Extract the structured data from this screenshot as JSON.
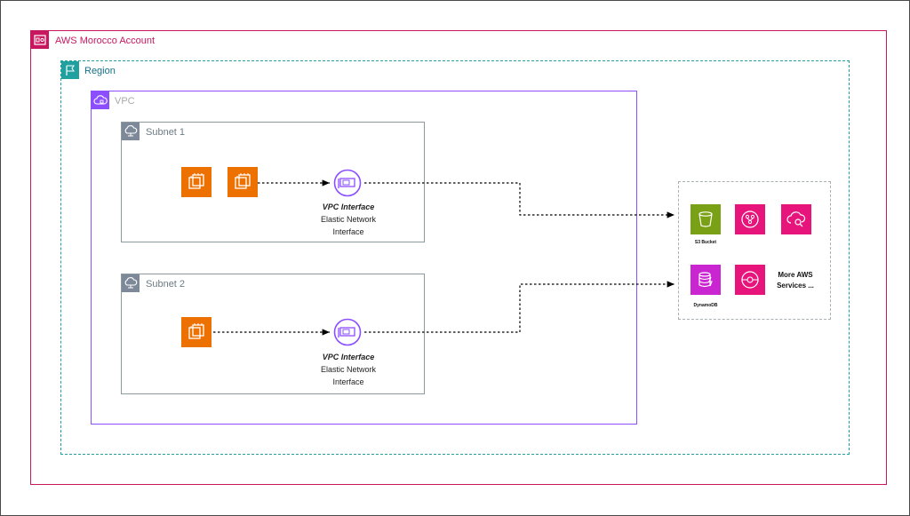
{
  "account": {
    "label": "AWS Morocco Account"
  },
  "region": {
    "label": "Region"
  },
  "vpc": {
    "label": "VPC"
  },
  "subnets": [
    {
      "label": "Subnet 1",
      "eni_title": "VPC Interface",
      "eni_line1": "Elastic Network",
      "eni_line2": "Interface"
    },
    {
      "label": "Subnet 2",
      "eni_title": "VPC Interface",
      "eni_line1": "Elastic Network",
      "eni_line2": "Interface"
    }
  ],
  "services": {
    "s3_label": "S3 Bucket",
    "dynamodb_label": "DynamoDB",
    "more_line1": "More AWS",
    "more_line2": "Services ..."
  },
  "colors": {
    "account": "#c7175f",
    "region": "#21a0a0",
    "vpc": "#8c4fff",
    "ec2": "#ed7100",
    "s3": "#7aa116",
    "service_pink": "#e7157b",
    "dynamodb": "#c925d1"
  },
  "icons": {
    "account_header": "account-icon",
    "region_header": "flag-icon",
    "vpc_header": "vpc-cloud-icon",
    "subnet_header": "subnet-icon",
    "instances": "ec2-instance-icon",
    "interfaces": "elastic-network-interface-icon",
    "s3": "s3-bucket-icon",
    "dynamodb": "dynamodb-icon"
  }
}
